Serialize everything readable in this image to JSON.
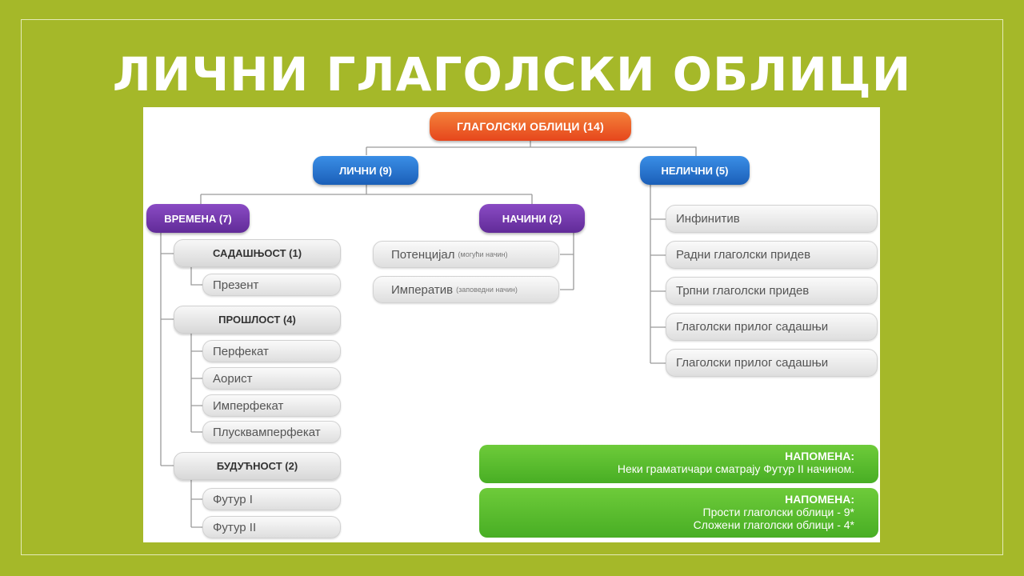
{
  "title": "ЛИЧНИ ГЛАГОЛСКИ ОБЛИЦИ",
  "colors": {
    "background": "#a5b829",
    "root": "#e6461c",
    "level1": "#1b5fb8",
    "level2": "#612b98",
    "note": "#48ae24"
  },
  "tree": {
    "root": "ГЛАГОЛСКИ ОБЛИЦИ (14)",
    "licni": "ЛИЧНИ (9)",
    "nelicni": "НЕЛИЧНИ (5)",
    "vremena": "ВРЕМЕНА (7)",
    "nacini": "НАЧИНИ (2)",
    "sadasnjost": "САДАШЊОСТ (1)",
    "prezent": "Презент",
    "proslost": "ПРОШЛОСТ (4)",
    "perfekat": "Перфекат",
    "aorist": "Аорист",
    "imperfekat": "Имперфекат",
    "pluskvamperfekat": "Плусквамперфекат",
    "buducnost": "БУДУЋНОСТ (2)",
    "futur1": "Футур I",
    "futur2": "Футур II",
    "potencijal": "Потенцијал",
    "potencijal_note": "(могући начин)",
    "imperativ": "Императив",
    "imperativ_note": "(заповедни начин)",
    "infinitiv": "Инфинитив",
    "radni_pridev": "Радни глаголски придев",
    "trpni_pridev": "Трпни глаголски придев",
    "prilog_1": "Глаголски прилог садашњи",
    "prilog_2": "Глаголски прилог садашњи"
  },
  "notes": [
    {
      "title": "НАПОМЕНА:",
      "lines": [
        "Неки граматичари сматрају Футур II начином."
      ]
    },
    {
      "title": "НАПОМЕНА:",
      "lines": [
        "Прости глаголски облици - 9*",
        "Сложени глаголски облици - 4*"
      ]
    }
  ]
}
